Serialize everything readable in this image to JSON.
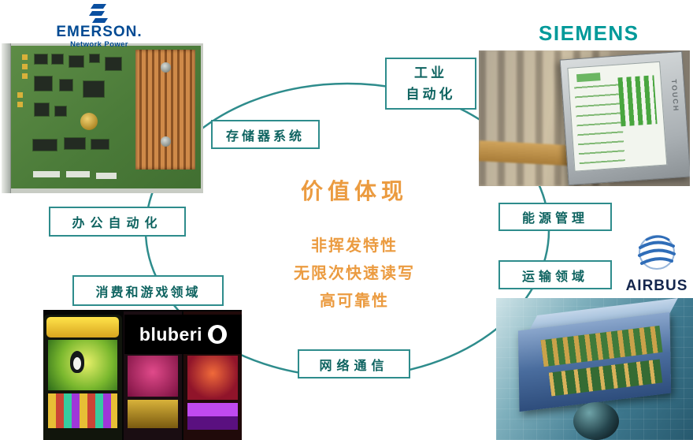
{
  "center": {
    "title": "价值体现",
    "lines": [
      "非挥发特性",
      "无限次快速读写",
      "高可靠性"
    ]
  },
  "nodes": {
    "industrial": {
      "line1": "工业",
      "line2": "自动化"
    },
    "memory": {
      "label": "存储器系统"
    },
    "energy": {
      "label": "能源管理"
    },
    "transport": {
      "label": "运输领域"
    },
    "office": {
      "label": "办公自动化"
    },
    "gaming": {
      "label": "消费和游戏领域"
    },
    "network": {
      "label": "网络通信"
    }
  },
  "logos": {
    "emerson": {
      "title": "EMERSON.",
      "subtitle": "Network Power"
    },
    "siemens": {
      "title": "SIEMENS"
    },
    "airbus": {
      "title": "AIRBUS"
    },
    "bluberi": {
      "title": "bluberi"
    }
  },
  "images": {
    "siemens_panel": {
      "side_text": "TOUCH"
    }
  },
  "colors": {
    "circle_teal": "#2e8c8c",
    "node_text_teal": "#0e6360",
    "accent_orange": "#eb9b40",
    "emerson_blue": "#004a93",
    "siemens_teal": "#009999",
    "airbus_navy": "#14264d"
  }
}
